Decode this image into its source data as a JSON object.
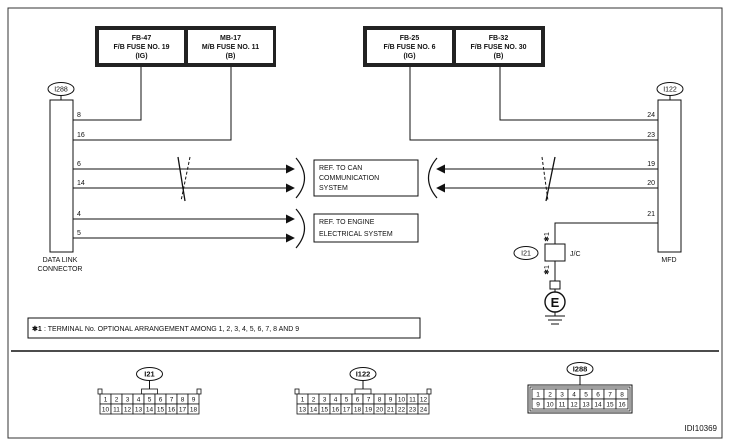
{
  "fuse_groups": [
    {
      "boxes": [
        {
          "lines": [
            "FB-47",
            "F/B FUSE NO. 19",
            "(IG)"
          ]
        },
        {
          "lines": [
            "MB-17",
            "M/B FUSE NO. 11",
            "(B)"
          ]
        }
      ]
    },
    {
      "boxes": [
        {
          "lines": [
            "FB-25",
            "F/B FUSE NO. 6",
            "(IG)"
          ]
        },
        {
          "lines": [
            "FB-32",
            "F/B FUSE NO. 30",
            "(B)"
          ]
        }
      ]
    }
  ],
  "data_link_connector": {
    "id": "I288",
    "label_lines": [
      "DATA LINK",
      "CONNECTOR"
    ],
    "pins": [
      "8",
      "16",
      "6",
      "14",
      "4",
      "5"
    ]
  },
  "mfd": {
    "id": "I122",
    "label": "MFD",
    "pins": [
      "24",
      "23",
      "19",
      "20",
      "21"
    ]
  },
  "references": [
    {
      "lines": [
        "REF. TO CAN",
        "COMMUNICATION",
        "SYSTEM"
      ]
    },
    {
      "lines": [
        "REF. TO ENGINE",
        "ELECTRICAL SYSTEM"
      ]
    }
  ],
  "joint_connector": {
    "id": "I21",
    "label": "J/C",
    "mark": "✱1"
  },
  "ground_symbol": "E",
  "note": {
    "mark": "✱1",
    "text": ": TERMINAL No. OPTIONAL ARRANGEMENT AMONG 1, 2, 3, 4, 5, 6, 7, 8 AND 9"
  },
  "connectors": [
    {
      "id": "I21",
      "rows": [
        [
          "1",
          "2",
          "3",
          "4",
          "5",
          "6",
          "7",
          "8",
          "9"
        ],
        [
          "10",
          "11",
          "12",
          "13",
          "14",
          "15",
          "16",
          "17",
          "18"
        ]
      ]
    },
    {
      "id": "I122",
      "rows": [
        [
          "1",
          "2",
          "3",
          "4",
          "5",
          "6",
          "7",
          "8",
          "9",
          "10",
          "11",
          "12"
        ],
        [
          "13",
          "14",
          "15",
          "16",
          "17",
          "18",
          "19",
          "20",
          "21",
          "22",
          "23",
          "24"
        ]
      ]
    },
    {
      "id": "I288",
      "rows": [
        [
          "1",
          "2",
          "3",
          "4",
          "5",
          "6",
          "7",
          "8"
        ],
        [
          "9",
          "10",
          "11",
          "12",
          "13",
          "14",
          "15",
          "16"
        ]
      ]
    }
  ],
  "figure_id": "IDI10369"
}
